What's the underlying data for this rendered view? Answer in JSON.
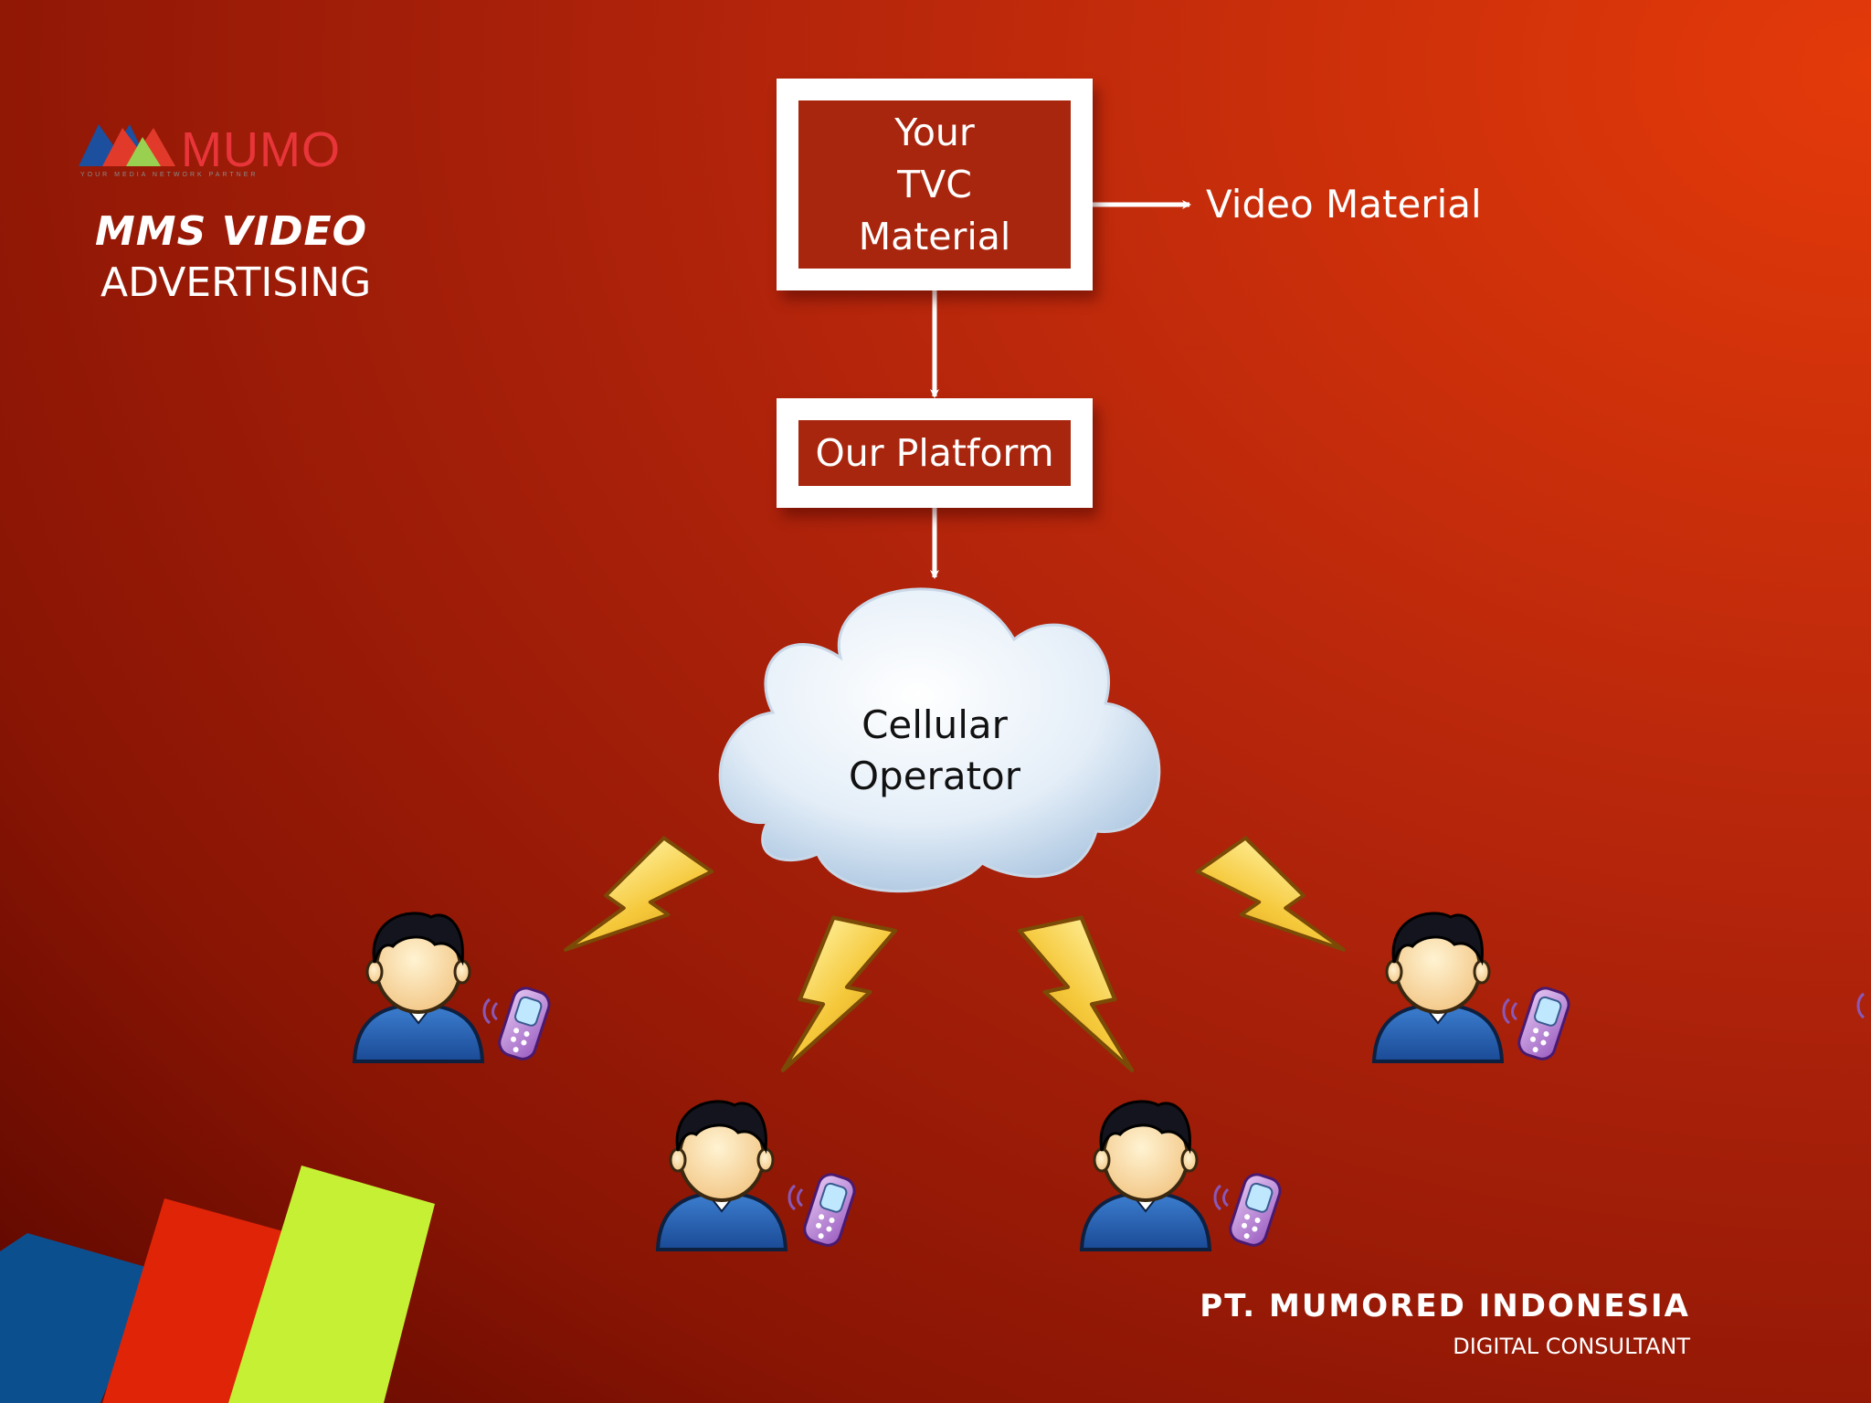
{
  "brand": {
    "name": "MUMO",
    "tagline": "YOUR MEDIA NETWORK PARTNER"
  },
  "heading": {
    "line1": "MMS VIDEO",
    "line2": "ADVERTISING"
  },
  "diagram": {
    "tvc_box": "Your\nTVC\nMaterial",
    "output_label": "Video Material",
    "platform_box": "Our Platform",
    "cloud": "Cellular\nOperator"
  },
  "footer": {
    "company": "PT.  MUMORED INDONESIA",
    "subtitle": "DIGITAL CONSULTANT"
  },
  "colors": {
    "background_dark": "#6a0a02",
    "background_mid": "#a8200a",
    "background_bright": "#e0380a",
    "box_fill": "#a9260e",
    "accent_blue": "#0c4f8e",
    "accent_red": "#e02408",
    "accent_lime": "#c6f034",
    "bolt": "#f2c43a",
    "cloud": "#dde9f5"
  },
  "icons": [
    "lightning-bolt-icon",
    "user-avatar-icon",
    "mobile-phone-icon",
    "cloud-icon"
  ]
}
